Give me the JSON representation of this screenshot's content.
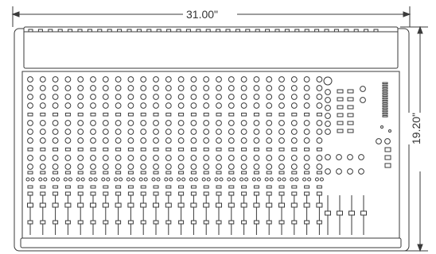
{
  "dimensions": {
    "width_label": "31.00\"",
    "height_label": "19.20\""
  },
  "mixer": {
    "channel_count": 24,
    "fader_count": 28,
    "knob_rows_per_channel": 11
  },
  "colors": {
    "line": "#3a3a3a",
    "fill": "#ffffff"
  }
}
